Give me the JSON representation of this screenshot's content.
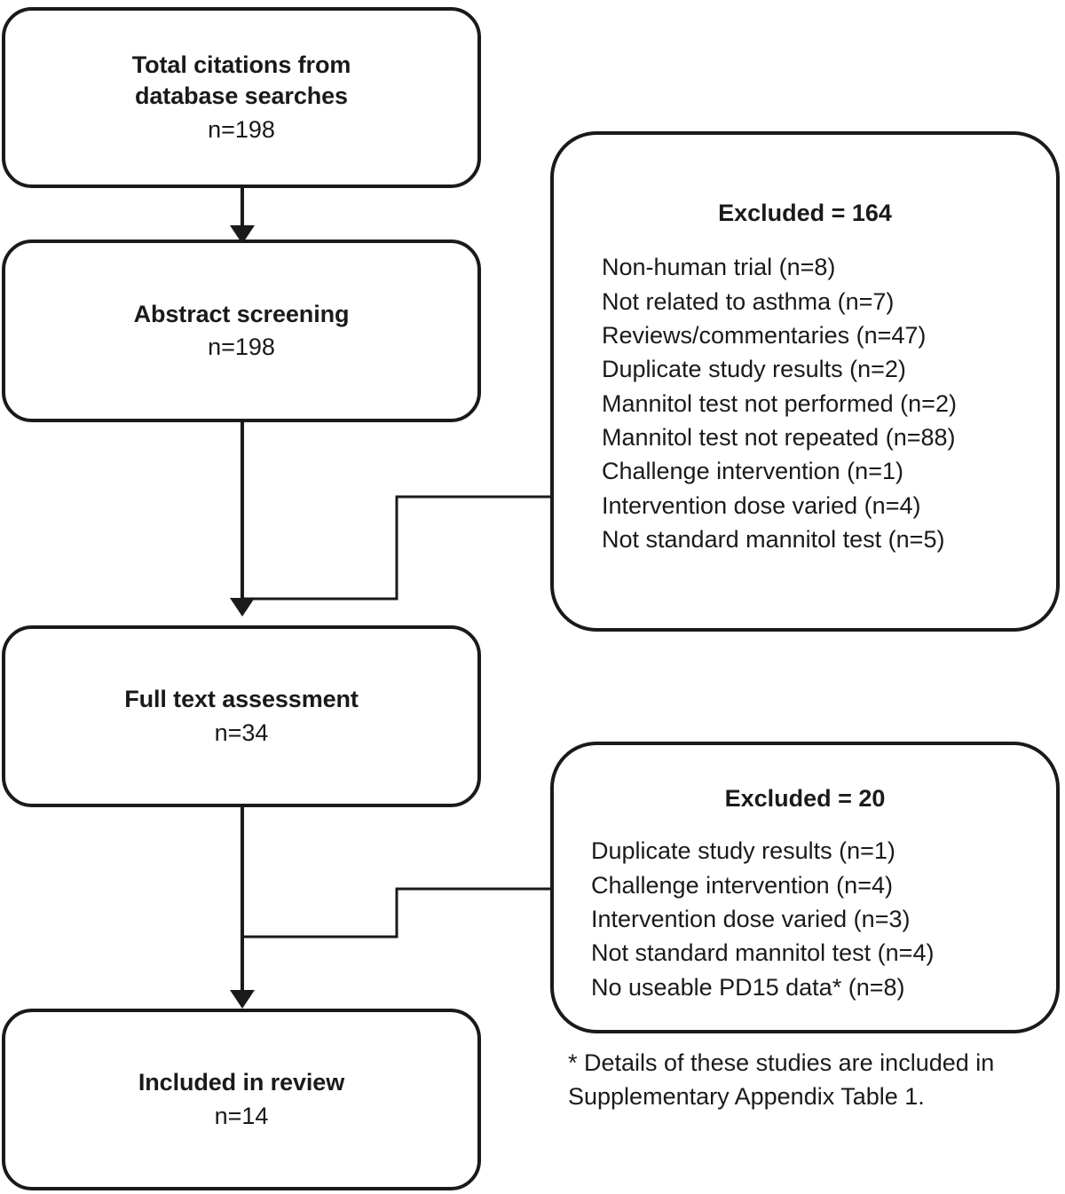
{
  "diagram": {
    "type": "prisma-study-selection-flowchart",
    "stages": [
      {
        "name": "total-citations",
        "title": "Total citations from\ndatabase searches",
        "count": "n=198"
      },
      {
        "name": "abstract-screening",
        "title": "Abstract screening",
        "count": "n=198"
      },
      {
        "name": "full-text-assessment",
        "title": "Full text assessment",
        "count": "n=34"
      },
      {
        "name": "included-in-review",
        "title": "Included in review",
        "count": "n=14"
      }
    ],
    "exclusions": [
      {
        "name": "exclusions-after-abstract-screening",
        "heading": "Excluded = 164",
        "total": 164,
        "reasons": [
          "Non-human trial (n=8)",
          "Not related to asthma (n=7)",
          "Reviews/commentaries (n=47)",
          "Duplicate study results (n=2)",
          "Mannitol test not performed (n=2)",
          "Mannitol test not repeated (n=88)",
          "Challenge intervention (n=1)",
          "Intervention dose varied (n=4)",
          "Not standard mannitol test (n=5)"
        ]
      },
      {
        "name": "exclusions-after-full-text-assessment",
        "heading": "Excluded = 20",
        "total": 20,
        "reasons": [
          "Duplicate study results (n=1)",
          "Challenge intervention (n=4)",
          "Intervention dose varied (n=3)",
          "Not standard mannitol test (n=4)",
          "No useable PD15 data* (n=8)"
        ]
      }
    ],
    "footnote": "* Details of these studies are included in\nSupplementary Appendix Table 1.",
    "colors": {
      "stroke": "#1a1a1a",
      "background": "#ffffff",
      "text": "#1a1a1a"
    }
  }
}
